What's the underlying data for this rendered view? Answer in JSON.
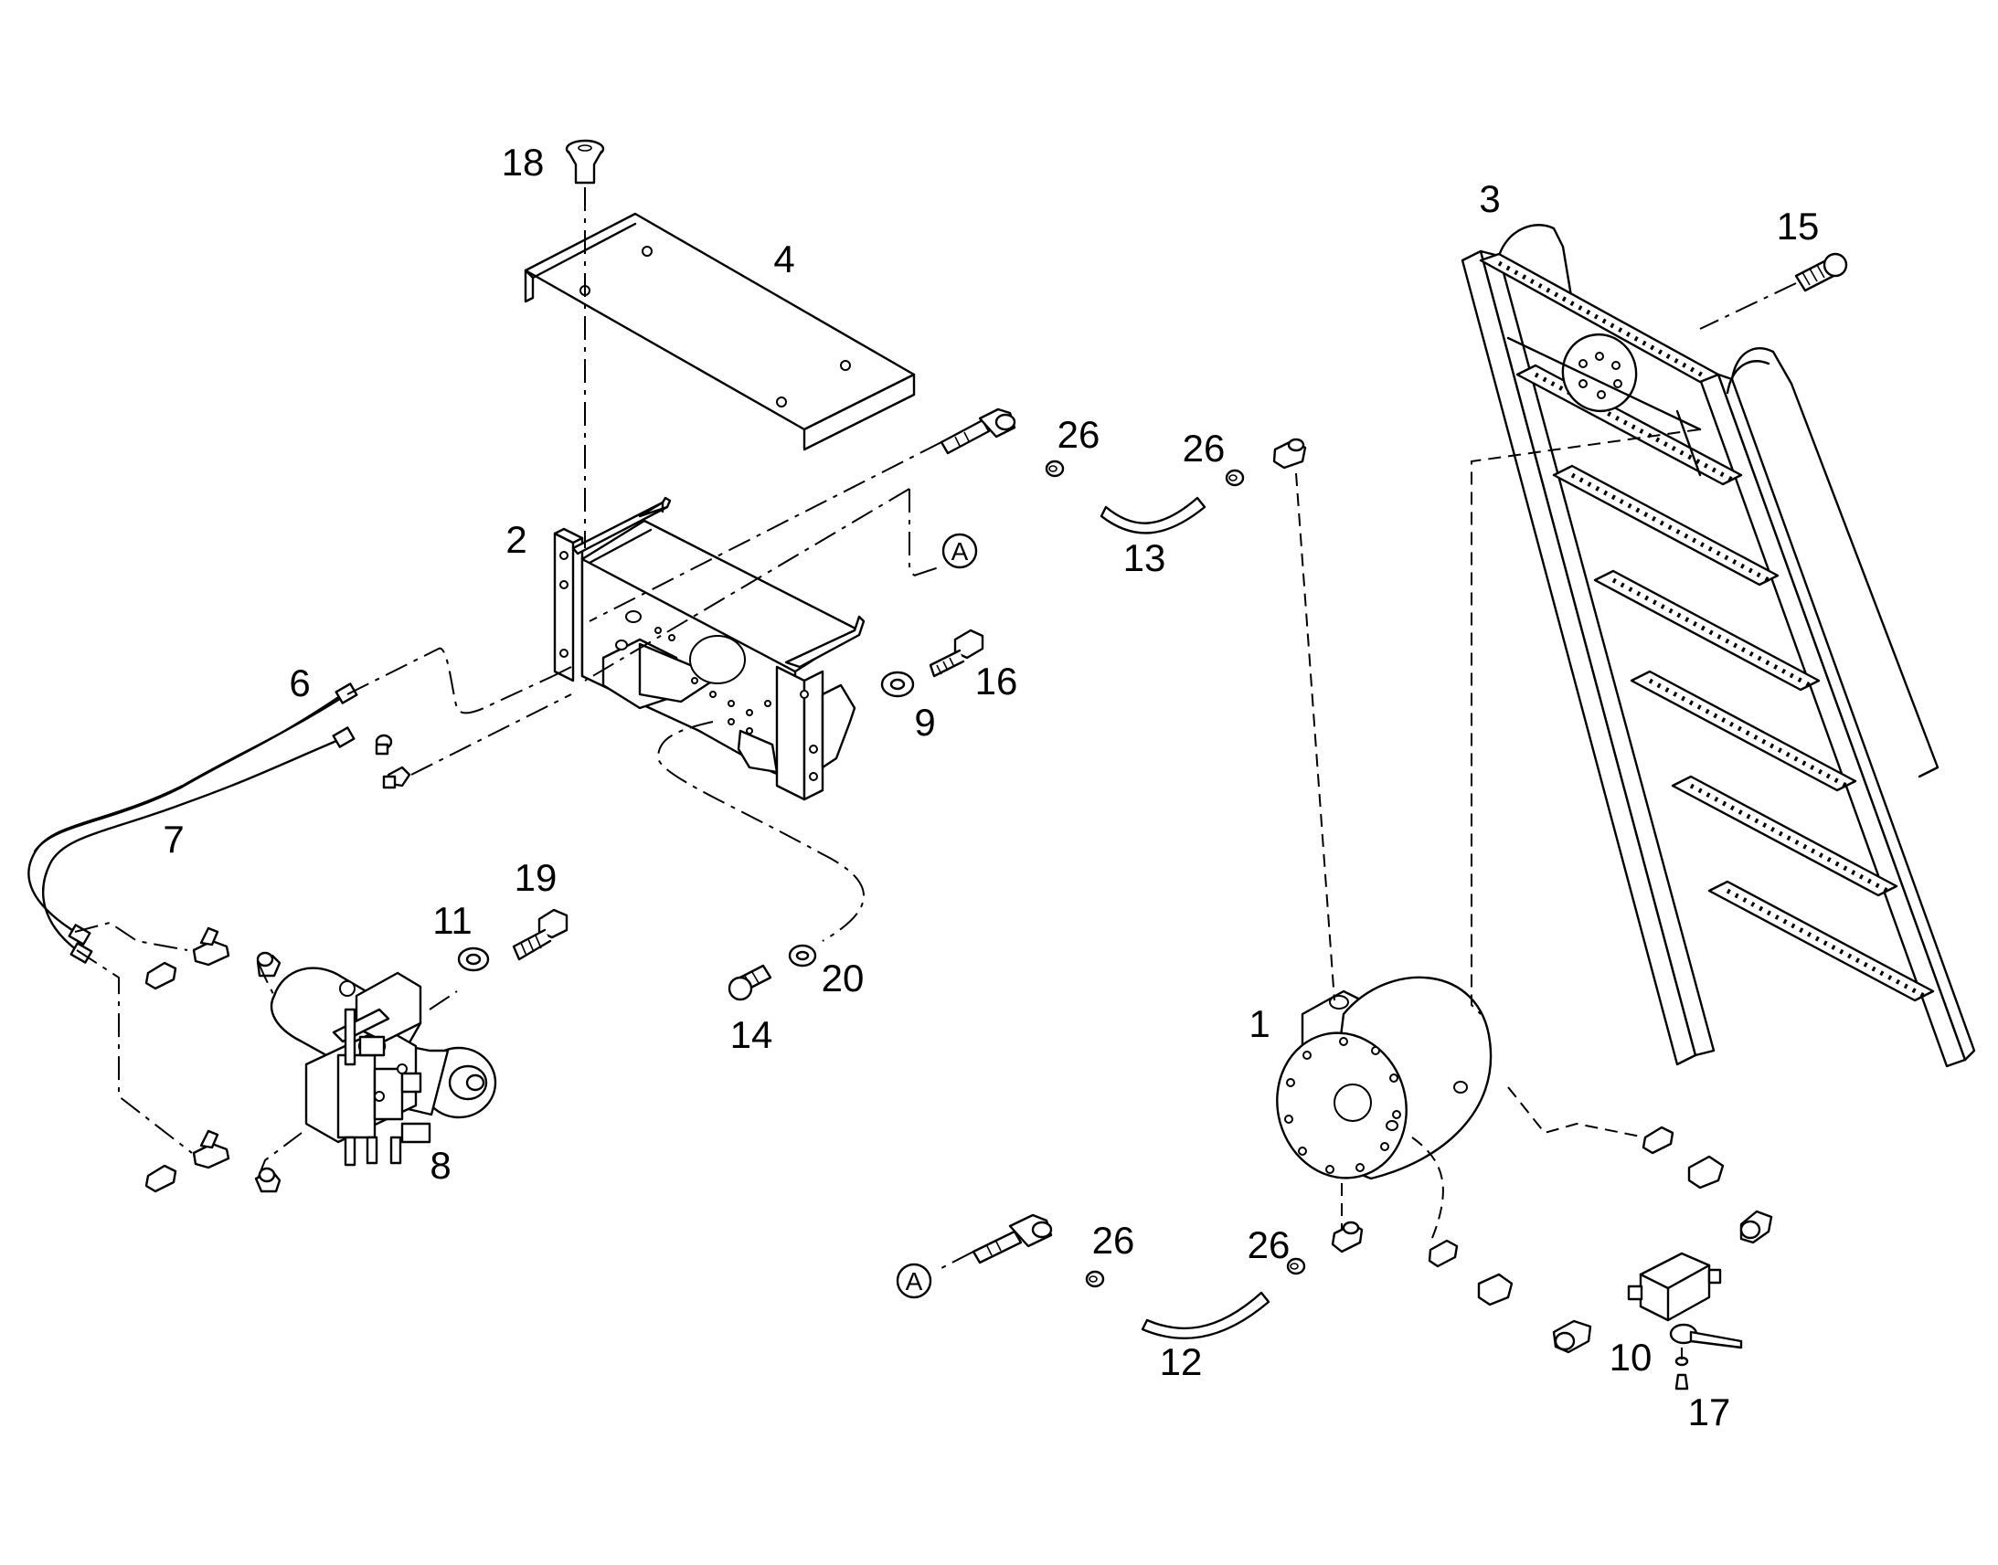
{
  "diagram": {
    "callouts": [
      "1",
      "2",
      "3",
      "4",
      "6",
      "7",
      "8",
      "9",
      "10",
      "11",
      "12",
      "13",
      "14",
      "15",
      "16",
      "17",
      "18",
      "19",
      "20",
      "26",
      "26",
      "26",
      "26"
    ],
    "connector_letter": "A",
    "colors": {
      "line": "#000000",
      "background": "#ffffff"
    }
  }
}
